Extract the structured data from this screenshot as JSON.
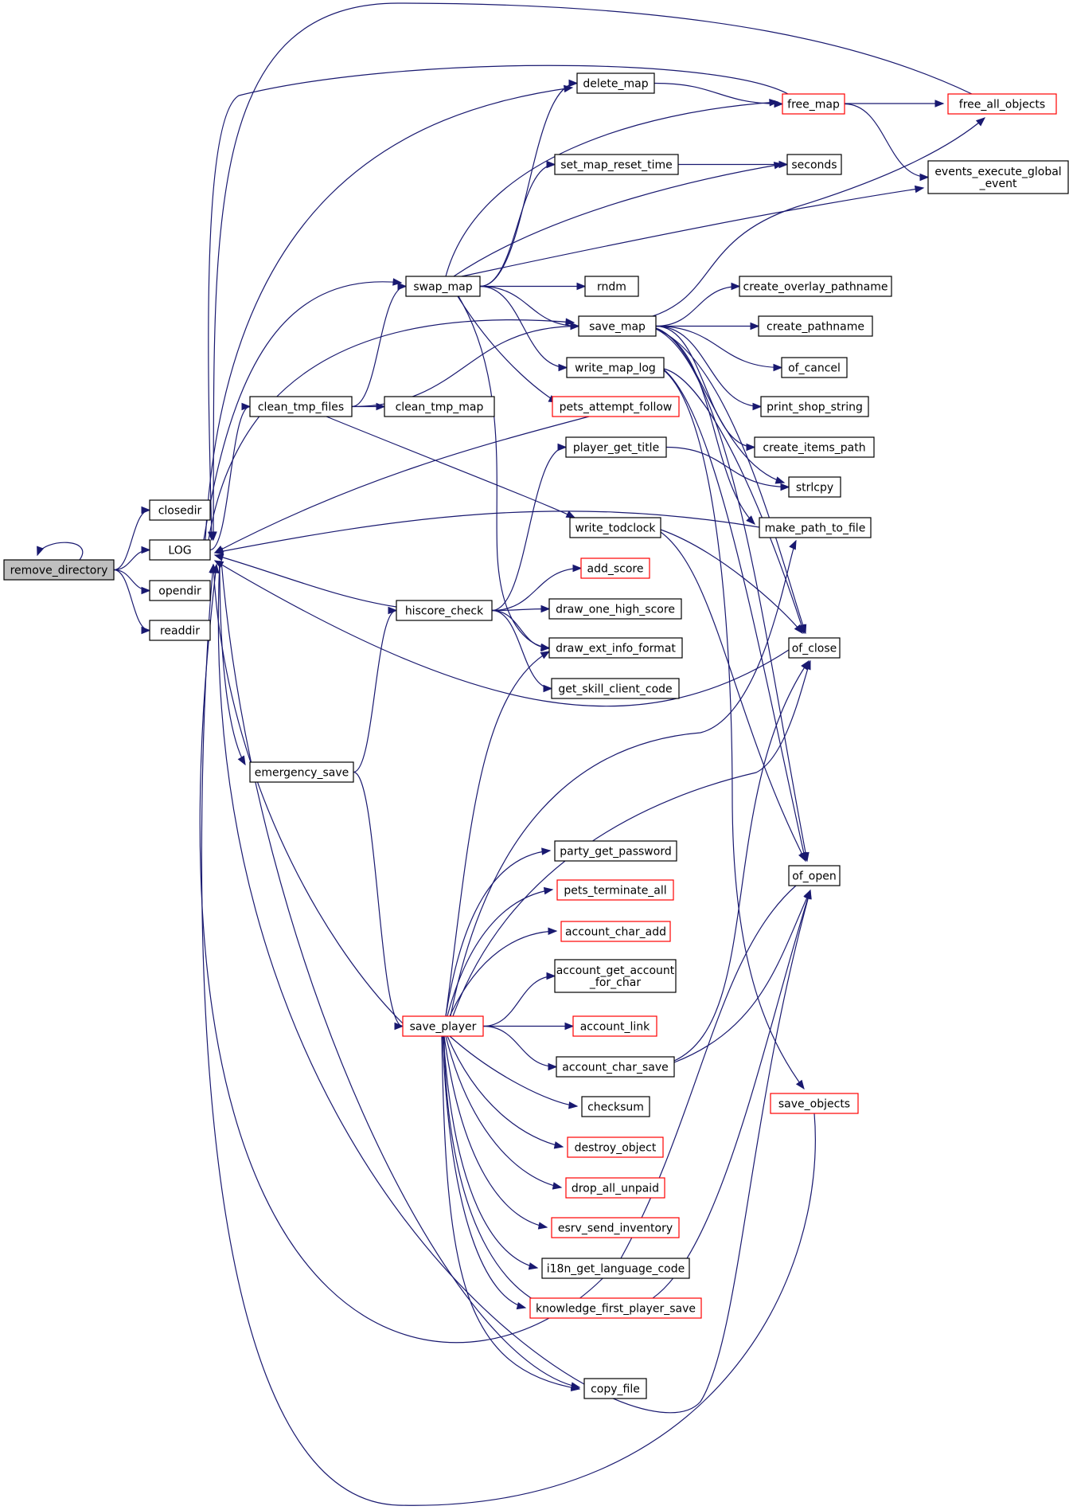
{
  "diagram": {
    "type": "call-graph",
    "colors": {
      "edge": "#191970",
      "node_border": "#000000",
      "linked_node_border": "#ff0000",
      "root_fill": "#bfbfbf"
    },
    "nodes": [
      {
        "id": "remove_directory",
        "label": "remove_directory",
        "style": "root"
      },
      {
        "id": "closedir",
        "label": "closedir",
        "style": "plain"
      },
      {
        "id": "LOG",
        "label": "LOG",
        "style": "plain"
      },
      {
        "id": "opendir",
        "label": "opendir",
        "style": "plain"
      },
      {
        "id": "readdir",
        "label": "readdir",
        "style": "plain"
      },
      {
        "id": "clean_tmp_files",
        "label": "clean_tmp_files",
        "style": "plain"
      },
      {
        "id": "emergency_save",
        "label": "emergency_save",
        "style": "plain"
      },
      {
        "id": "swap_map",
        "label": "swap_map",
        "style": "plain"
      },
      {
        "id": "hiscore_check",
        "label": "hiscore_check",
        "style": "plain"
      },
      {
        "id": "save_player",
        "label": "save_player",
        "style": "red"
      },
      {
        "id": "delete_map",
        "label": "delete_map",
        "style": "plain"
      },
      {
        "id": "set_map_reset_time",
        "label": "set_map_reset_time",
        "style": "plain"
      },
      {
        "id": "rndm",
        "label": "rndm",
        "style": "plain"
      },
      {
        "id": "save_map",
        "label": "save_map",
        "style": "plain"
      },
      {
        "id": "write_map_log",
        "label": "write_map_log",
        "style": "plain"
      },
      {
        "id": "pets_attempt_follow",
        "label": "pets_attempt_follow",
        "style": "red"
      },
      {
        "id": "clean_tmp_map",
        "label": "clean_tmp_map",
        "style": "plain"
      },
      {
        "id": "player_get_title",
        "label": "player_get_title",
        "style": "plain"
      },
      {
        "id": "write_todclock",
        "label": "write_todclock",
        "style": "plain"
      },
      {
        "id": "add_score",
        "label": "add_score",
        "style": "red"
      },
      {
        "id": "draw_one_high_score",
        "label": "draw_one_high_score",
        "style": "plain"
      },
      {
        "id": "draw_ext_info_format",
        "label": "draw_ext_info_format",
        "style": "plain"
      },
      {
        "id": "get_skill_client_code",
        "label": "get_skill_client_code",
        "style": "plain"
      },
      {
        "id": "party_get_password",
        "label": "party_get_password",
        "style": "plain"
      },
      {
        "id": "pets_terminate_all",
        "label": "pets_terminate_all",
        "style": "red"
      },
      {
        "id": "account_char_add",
        "label": "account_char_add",
        "style": "red"
      },
      {
        "id": "account_get_account_for_char",
        "label": "account_get_account\n_for_char",
        "style": "plain"
      },
      {
        "id": "account_link",
        "label": "account_link",
        "style": "red"
      },
      {
        "id": "account_char_save",
        "label": "account_char_save",
        "style": "plain"
      },
      {
        "id": "checksum",
        "label": "checksum",
        "style": "plain"
      },
      {
        "id": "destroy_object",
        "label": "destroy_object",
        "style": "red"
      },
      {
        "id": "drop_all_unpaid",
        "label": "drop_all_unpaid",
        "style": "red"
      },
      {
        "id": "esrv_send_inventory",
        "label": "esrv_send_inventory",
        "style": "red"
      },
      {
        "id": "i18n_get_language_code",
        "label": "i18n_get_language_code",
        "style": "plain"
      },
      {
        "id": "knowledge_first_player_save",
        "label": "knowledge_first_player_save",
        "style": "red"
      },
      {
        "id": "copy_file",
        "label": "copy_file",
        "style": "plain"
      },
      {
        "id": "free_map",
        "label": "free_map",
        "style": "red"
      },
      {
        "id": "seconds",
        "label": "seconds",
        "style": "plain"
      },
      {
        "id": "create_overlay_pathname",
        "label": "create_overlay_pathname",
        "style": "plain"
      },
      {
        "id": "create_pathname",
        "label": "create_pathname",
        "style": "plain"
      },
      {
        "id": "of_cancel",
        "label": "of_cancel",
        "style": "plain"
      },
      {
        "id": "print_shop_string",
        "label": "print_shop_string",
        "style": "plain"
      },
      {
        "id": "create_items_path",
        "label": "create_items_path",
        "style": "plain"
      },
      {
        "id": "strlcpy",
        "label": "strlcpy",
        "style": "plain"
      },
      {
        "id": "make_path_to_file",
        "label": "make_path_to_file",
        "style": "plain"
      },
      {
        "id": "of_close",
        "label": "of_close",
        "style": "plain"
      },
      {
        "id": "of_open",
        "label": "of_open",
        "style": "plain"
      },
      {
        "id": "save_objects",
        "label": "save_objects",
        "style": "red"
      },
      {
        "id": "free_all_objects",
        "label": "free_all_objects",
        "style": "red"
      },
      {
        "id": "events_execute_global_event",
        "label": "events_execute_global\n_event",
        "style": "plain"
      }
    ],
    "edges": [
      [
        "remove_directory",
        "remove_directory"
      ],
      [
        "remove_directory",
        "closedir"
      ],
      [
        "remove_directory",
        "LOG"
      ],
      [
        "remove_directory",
        "opendir"
      ],
      [
        "remove_directory",
        "readdir"
      ],
      [
        "LOG",
        "clean_tmp_files"
      ],
      [
        "LOG",
        "emergency_save"
      ],
      [
        "LOG",
        "swap_map"
      ],
      [
        "LOG",
        "delete_map"
      ],
      [
        "LOG",
        "save_map"
      ],
      [
        "LOG",
        "copy_file"
      ],
      [
        "LOG",
        "of_open"
      ],
      [
        "clean_tmp_files",
        "swap_map"
      ],
      [
        "clean_tmp_files",
        "save_map"
      ],
      [
        "clean_tmp_files",
        "clean_tmp_map"
      ],
      [
        "clean_tmp_files",
        "write_todclock"
      ],
      [
        "emergency_save",
        "hiscore_check"
      ],
      [
        "emergency_save",
        "save_player"
      ],
      [
        "swap_map",
        "delete_map"
      ],
      [
        "swap_map",
        "free_map"
      ],
      [
        "swap_map",
        "set_map_reset_time"
      ],
      [
        "swap_map",
        "seconds"
      ],
      [
        "swap_map",
        "events_execute_global_event"
      ],
      [
        "swap_map",
        "rndm"
      ],
      [
        "swap_map",
        "save_map"
      ],
      [
        "swap_map",
        "write_map_log"
      ],
      [
        "swap_map",
        "pets_attempt_follow"
      ],
      [
        "swap_map",
        "draw_ext_info_format"
      ],
      [
        "hiscore_check",
        "player_get_title"
      ],
      [
        "hiscore_check",
        "add_score"
      ],
      [
        "hiscore_check",
        "draw_one_high_score"
      ],
      [
        "hiscore_check",
        "draw_ext_info_format"
      ],
      [
        "hiscore_check",
        "get_skill_client_code"
      ],
      [
        "save_player",
        "draw_ext_info_format"
      ],
      [
        "save_player",
        "make_path_to_file"
      ],
      [
        "save_player",
        "of_close"
      ],
      [
        "save_player",
        "party_get_password"
      ],
      [
        "save_player",
        "pets_terminate_all"
      ],
      [
        "save_player",
        "account_char_add"
      ],
      [
        "save_player",
        "account_get_account_for_char"
      ],
      [
        "save_player",
        "account_link"
      ],
      [
        "save_player",
        "account_char_save"
      ],
      [
        "save_player",
        "checksum"
      ],
      [
        "save_player",
        "destroy_object"
      ],
      [
        "save_player",
        "drop_all_unpaid"
      ],
      [
        "save_player",
        "esrv_send_inventory"
      ],
      [
        "save_player",
        "i18n_get_language_code"
      ],
      [
        "save_player",
        "knowledge_first_player_save"
      ],
      [
        "save_player",
        "copy_file"
      ],
      [
        "save_player",
        "of_open"
      ],
      [
        "delete_map",
        "free_map"
      ],
      [
        "free_map",
        "free_all_objects"
      ],
      [
        "free_map",
        "events_execute_global_event"
      ],
      [
        "set_map_reset_time",
        "seconds"
      ],
      [
        "save_map",
        "free_all_objects"
      ],
      [
        "save_map",
        "create_overlay_pathname"
      ],
      [
        "save_map",
        "create_pathname"
      ],
      [
        "save_map",
        "of_cancel"
      ],
      [
        "save_map",
        "print_shop_string"
      ],
      [
        "save_map",
        "create_items_path"
      ],
      [
        "save_map",
        "strlcpy"
      ],
      [
        "save_map",
        "make_path_to_file"
      ],
      [
        "save_map",
        "of_close"
      ],
      [
        "save_map",
        "of_open"
      ],
      [
        "write_map_log",
        "of_close"
      ],
      [
        "write_map_log",
        "of_open"
      ],
      [
        "write_map_log",
        "save_objects"
      ],
      [
        "player_get_title",
        "strlcpy"
      ],
      [
        "write_todclock",
        "of_close"
      ],
      [
        "write_todclock",
        "of_open"
      ],
      [
        "account_char_save",
        "of_close"
      ],
      [
        "account_char_save",
        "of_open"
      ],
      [
        "pets_attempt_follow",
        "LOG"
      ],
      [
        "make_path_to_file",
        "LOG"
      ],
      [
        "hiscore_check",
        "LOG"
      ],
      [
        "of_close",
        "LOG"
      ],
      [
        "save_player",
        "LOG"
      ],
      [
        "free_map",
        "LOG"
      ],
      [
        "free_all_objects",
        "LOG"
      ],
      [
        "of_open",
        "LOG"
      ],
      [
        "save_objects",
        "LOG"
      ]
    ]
  }
}
